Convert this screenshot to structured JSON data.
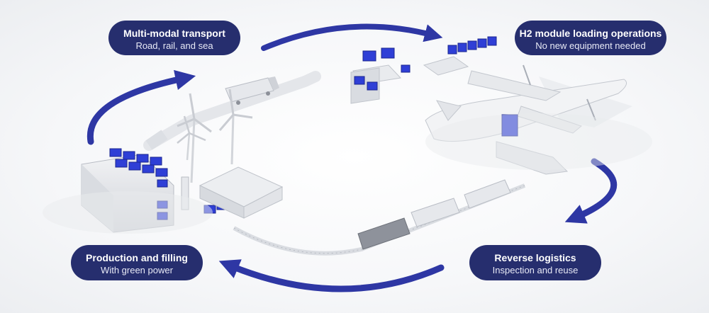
{
  "stages": {
    "transport": {
      "title": "Multi-modal transport",
      "subtitle": "Road, rail, and sea"
    },
    "h2_loading": {
      "title": "H2 module loading operations",
      "subtitle": "No new equipment needed"
    },
    "production": {
      "title": "Production and filling",
      "subtitle": "With green power"
    },
    "reverse": {
      "title": "Reverse logistics",
      "subtitle": "Inspection and reuse"
    }
  },
  "colors": {
    "navy": "#262e6e",
    "arrow": "#2e37a4",
    "module_blue": "#2f3fd6",
    "equipment_grey": "#e3e5e9"
  },
  "icons": {
    "flow": "curved-arrow-icon",
    "plant": "wind-turbine-icon",
    "aircraft": "airplane-icon",
    "rail": "train-icon",
    "road": "truck-icon",
    "module": "h2-module-icon"
  }
}
